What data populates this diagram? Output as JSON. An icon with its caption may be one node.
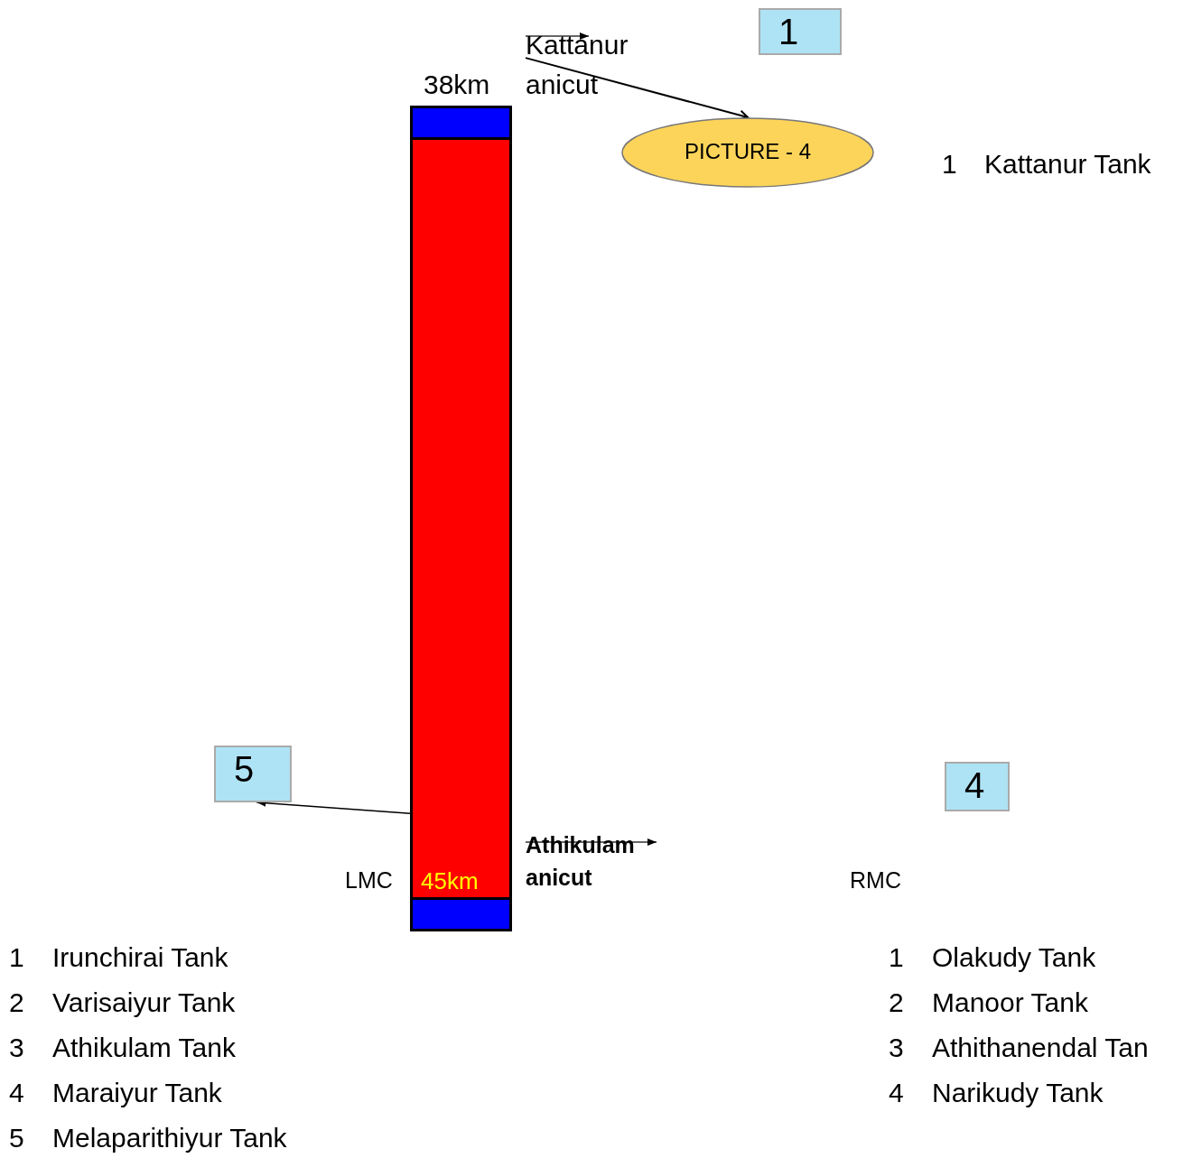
{
  "diagram": {
    "nodes": [
      {
        "text": [
          "45km"
        ],
        "beside": [
          "38km",
          "LMC"
        ]
      },
      {
        "text": [
          "Kattanur anicut"
        ]
      },
      {
        "text": [
          "PICTURE - 4"
        ]
      },
      {
        "text": [
          "1"
        ]
      },
      {
        "text": [
          "5"
        ]
      },
      {
        "text": [
          "4"
        ]
      },
      {
        "text": [
          "Athikulam anicut"
        ]
      }
    ],
    "edges": [
      {
        "from": 1,
        "to": 2,
        "arrow": "to"
      },
      {
        "from": 0,
        "to": 4,
        "arrow": "to"
      }
    ],
    "labels": [
      "1",
      "Kattanur Tank",
      "RMC",
      "1",
      "Irunchirai Tank",
      "1",
      "Olakudy Tank",
      "2",
      "Varisaiyur Tank",
      "2",
      "Manoor Tank",
      "3",
      "Athikulam Tank",
      "3",
      "Athithanendal Tan",
      "4",
      "Maraiyur Tank",
      "4",
      "Narikudy Tank",
      "5",
      "Melaparithiyur Tank"
    ]
  }
}
